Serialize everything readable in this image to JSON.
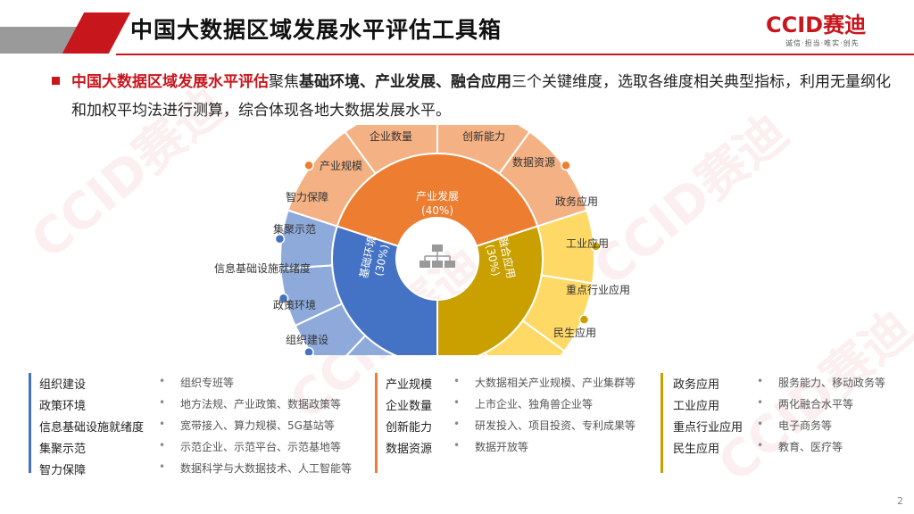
{
  "header": {
    "title": "中国大数据区域发展水平评估工具箱",
    "logo_main": "CCID赛迪",
    "logo_sub": "诚信·担当·唯实·创先"
  },
  "intro": {
    "lead": "中国大数据区域发展水平评估",
    "t1": "聚焦",
    "dims": "基础环境、产业发展、融合应用",
    "t2": "三个关键维度，选取各维度相关典型指标，利用无量纲化和加权平均法进行测算，综合体现各地大数据发展水平。"
  },
  "diagram": {
    "segments": [
      {
        "name": "基础环境",
        "weight": "(30%)",
        "color": "#4472c4",
        "light": "#8eaadb"
      },
      {
        "name": "产业发展",
        "weight": "(40%)",
        "color": "#ed7d31",
        "light": "#f4b183"
      },
      {
        "name": "融合应用",
        "weight": "(30%)",
        "color": "#c9a000",
        "light": "#ffd966"
      }
    ],
    "left_labels": [
      "组织建设",
      "政策环境",
      "信息基础设施就绪度",
      "集聚示范",
      "智力保障"
    ],
    "top_labels": [
      "产业规模",
      "企业数量",
      "创新能力",
      "数据资源"
    ],
    "right_labels": [
      "政务应用",
      "工业应用",
      "重点行业应用",
      "民生应用"
    ]
  },
  "columns": [
    {
      "color": "#4472c4",
      "items": [
        {
          "cat": "组织建设",
          "desc": "组织专班等"
        },
        {
          "cat": "政策环境",
          "desc": "地方法规、产业政策、数据政策等"
        },
        {
          "cat": "信息基础设施就绪度",
          "desc": "宽带接入、算力规模、5G基站等"
        },
        {
          "cat": "集聚示范",
          "desc": "示范企业、示范平台、示范基地等"
        },
        {
          "cat": "智力保障",
          "desc": "数据科学与大数据技术、人工智能等"
        }
      ]
    },
    {
      "color": "#ed7d31",
      "items": [
        {
          "cat": "产业规模",
          "desc": "大数据相关产业规模、产业集群等"
        },
        {
          "cat": "企业数量",
          "desc": "上市企业、独角兽企业等"
        },
        {
          "cat": "创新能力",
          "desc": "研发投入、项目投资、专利成果等"
        },
        {
          "cat": "数据资源",
          "desc": "数据开放等"
        }
      ]
    },
    {
      "color": "#c9a000",
      "items": [
        {
          "cat": "政务应用",
          "desc": "服务能力、移动政务等"
        },
        {
          "cat": "工业应用",
          "desc": "两化融合水平等"
        },
        {
          "cat": "重点行业应用",
          "desc": "电子商务等"
        },
        {
          "cat": "民生应用",
          "desc": "教育、医疗等"
        }
      ]
    }
  ],
  "page_number": "2"
}
